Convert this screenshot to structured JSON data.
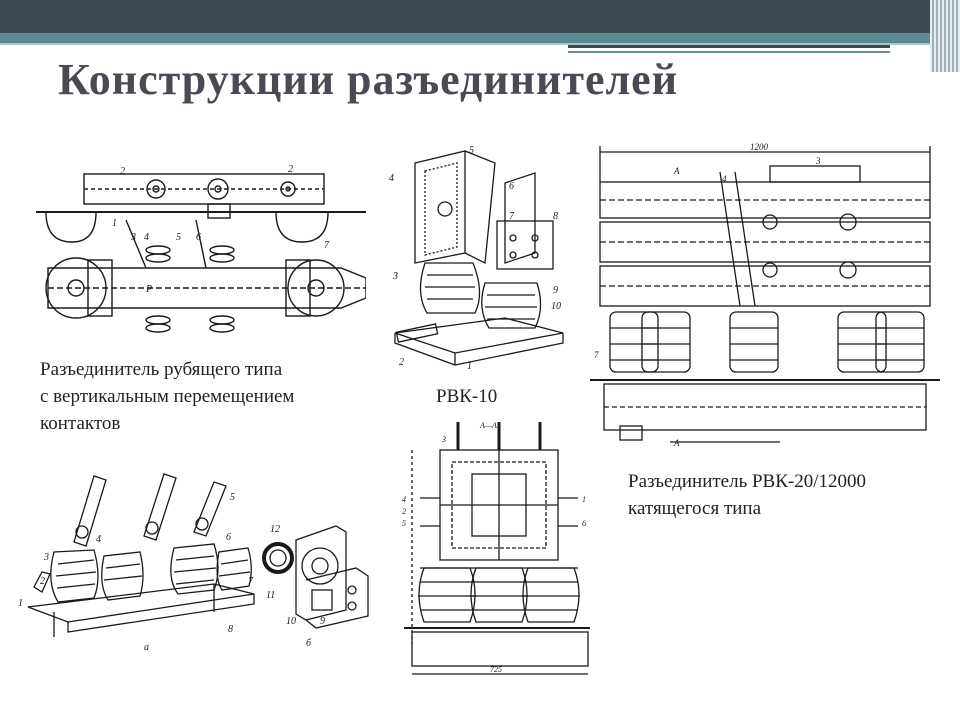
{
  "slide": {
    "title": "Конструкции разъединителей",
    "captions": {
      "top_left_line1": "Разъединитель рубящего типа",
      "top_left_line2": "с вертикальным перемещением",
      "top_left_line3": "контактов",
      "center": "РВК-10",
      "right_line1": "Разъединитель РВК-20/12000",
      "right_line2": "катящегося типа"
    },
    "labels": {
      "dimension_1200": "1200",
      "section_a": "А",
      "section_a_arrow": "А",
      "section_aa": "А—А",
      "dimension_725": "725",
      "sub_a": "а",
      "sub_b": "б",
      "num_1": "1",
      "num_2": "2",
      "num_3": "3",
      "num_4": "4",
      "num_5": "5",
      "num_6": "6",
      "num_7": "7",
      "num_8": "8",
      "num_9": "9",
      "num_10": "10",
      "num_11": "11",
      "num_12": "12",
      "num_p": "P"
    },
    "colors": {
      "header_dark": "#3c4a54",
      "header_teal": "#5a8a90",
      "title": "#4a4a55",
      "ink": "#1a1a1a"
    }
  }
}
